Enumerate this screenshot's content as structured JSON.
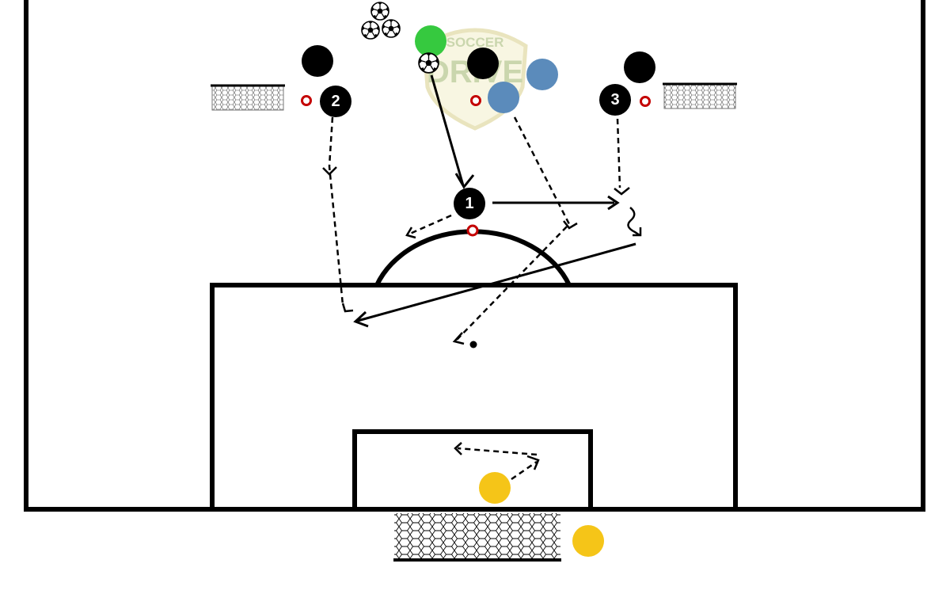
{
  "watermark": {
    "line1": "SOCCER",
    "line2": "DRIVE",
    "color": "#9fb56b",
    "badge_color": "#e8e2b0"
  },
  "players": [
    {
      "id": "player-1",
      "label": "1",
      "color": "#000000"
    },
    {
      "id": "player-2",
      "label": "2",
      "color": "#000000"
    },
    {
      "id": "player-3",
      "label": "3",
      "color": "#000000"
    }
  ],
  "colors": {
    "attacker": "#000000",
    "defender": "#5b8bbb",
    "server": "#36c93f",
    "goalkeeper": "#f5c518",
    "cone": "#c40000",
    "lines": "#000000"
  },
  "icons": [
    "soccer-ball-icon",
    "cone-icon",
    "goal-net-icon",
    "mini-goal-net-icon"
  ]
}
